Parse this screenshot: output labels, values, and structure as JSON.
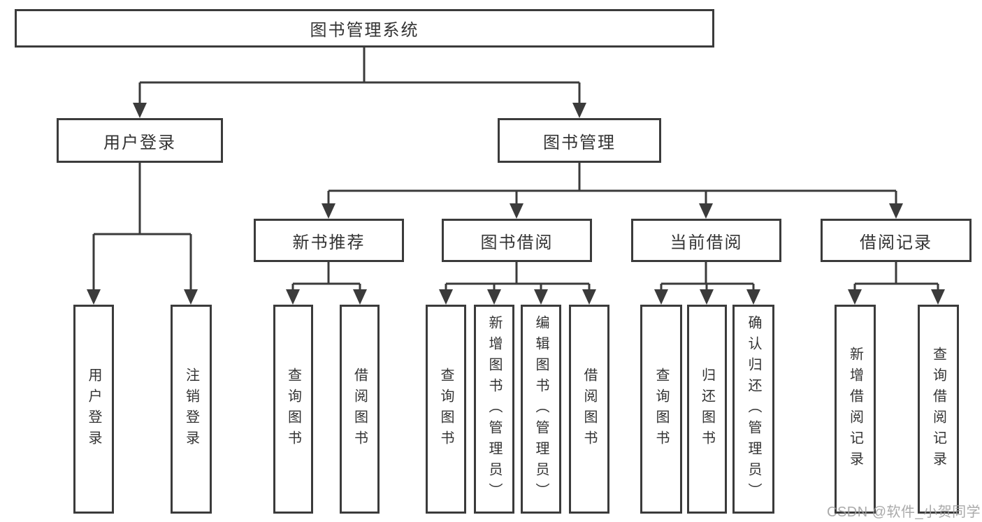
{
  "diagram": {
    "nodes": {
      "root": "图书管理系统",
      "user_login": "用户登录",
      "book_mgmt": "图书管理",
      "new_books": "新书推荐",
      "book_borrow": "图书借阅",
      "current_borrow": "当前借阅",
      "borrow_records": "借阅记录",
      "leaf_user_login": "用户登录",
      "leaf_logout": "注销登录",
      "leaf_nb_query": "查询图书",
      "leaf_nb_borrow": "借阅图书",
      "leaf_bb_query": "查询图书",
      "leaf_bb_add": "新增图书（管理员）",
      "leaf_bb_edit": "编辑图书（管理员）",
      "leaf_bb_borrow": "借阅图书",
      "leaf_cb_query": "查询图书",
      "leaf_cb_return": "归还图书",
      "leaf_cb_confirm": "确认归还（管理员）",
      "leaf_br_add": "新增借阅记录",
      "leaf_br_query": "查询借阅记录"
    },
    "line_color": "#3b3b3b",
    "watermark": "CSDN @软件_小贺同学"
  }
}
